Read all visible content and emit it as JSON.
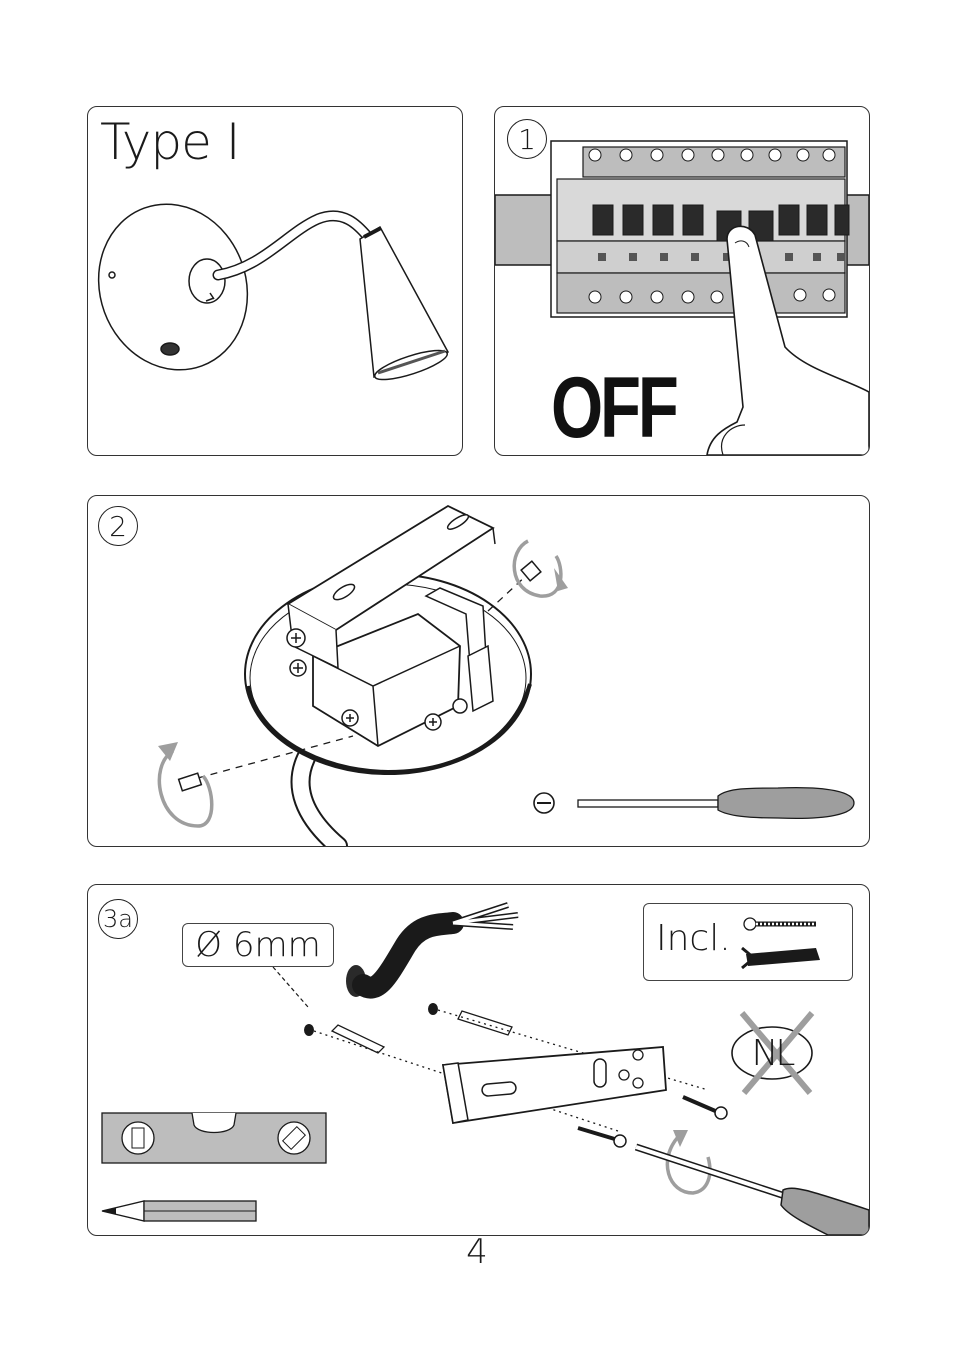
{
  "panel_type": {
    "title": "Type I"
  },
  "panel_1": {
    "step": "1",
    "action": "OFF"
  },
  "panel_2": {
    "step": "2"
  },
  "panel_3a": {
    "step": "3a",
    "drill_size": "Ø 6mm",
    "included_label": "Incl.",
    "forbidden_badge": "NL"
  },
  "page_number": "4",
  "colors": {
    "line": "#1a1a1a",
    "grey_fill": "#bdbdbd",
    "dark_fill": "#2a2a2a",
    "rotate_arrow": "#9e9e9e"
  },
  "icons": [
    "flat-screwdriver-icon",
    "no-entry-icon",
    "rotate-arrow-icon",
    "spirit-level-icon",
    "pencil-icon"
  ]
}
